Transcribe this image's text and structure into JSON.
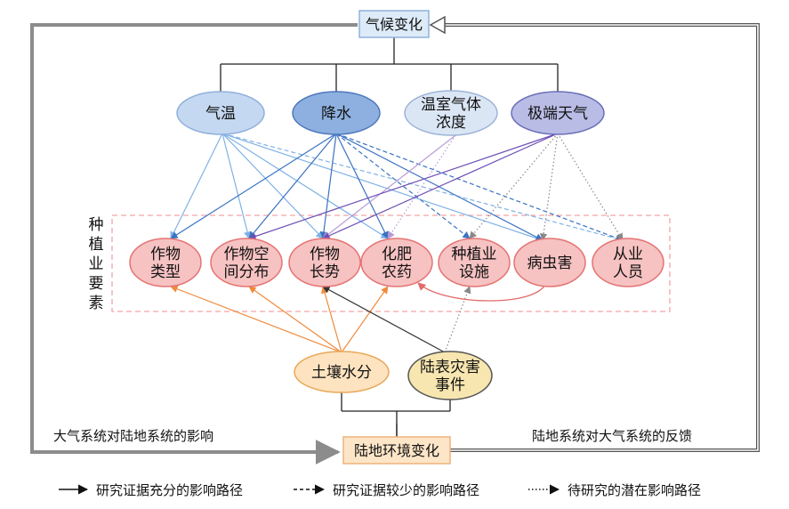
{
  "top_node": {
    "label": "气候变化"
  },
  "bottom_node": {
    "label": "陆地环境变化"
  },
  "climate_factors": [
    {
      "id": "temp",
      "lines": [
        "气温"
      ],
      "fill": "#c5d8f1",
      "stroke": "#8fb0dc"
    },
    {
      "id": "precip",
      "lines": [
        "降水"
      ],
      "fill": "#8db0e0",
      "stroke": "#4f78bd"
    },
    {
      "id": "ghg",
      "lines": [
        "温室气体",
        "浓度"
      ],
      "fill": "#dbe6f5",
      "stroke": "#9db4d8"
    },
    {
      "id": "extreme",
      "lines": [
        "极端天气"
      ],
      "fill": "#b9bde6",
      "stroke": "#6a6fb8"
    }
  ],
  "planting_title": "种植业要素",
  "planting_factors": [
    {
      "id": "crop_type",
      "lines": [
        "作物",
        "类型"
      ]
    },
    {
      "id": "crop_dist",
      "lines": [
        "作物空",
        "间分布"
      ]
    },
    {
      "id": "crop_growth",
      "lines": [
        "作物",
        "长势"
      ]
    },
    {
      "id": "fert",
      "lines": [
        "化肥",
        "农药"
      ]
    },
    {
      "id": "facility",
      "lines": [
        "种植业",
        "设施"
      ]
    },
    {
      "id": "pest",
      "lines": [
        "病虫害"
      ]
    },
    {
      "id": "workers",
      "lines": [
        "从业",
        "人员"
      ]
    }
  ],
  "land_factors": [
    {
      "id": "soil",
      "lines": [
        "土壤水分"
      ],
      "fill": "#fde3bf",
      "stroke": "#e8a85a"
    },
    {
      "id": "disaster",
      "lines": [
        "陆表灾害",
        "事件"
      ],
      "fill": "#f7e6b0",
      "stroke": "#555555"
    }
  ],
  "feedback_labels": {
    "left": "大气系统对陆地系统的影响",
    "right": "陆地系统对大气系统的反馈"
  },
  "legend": [
    {
      "style": "solid",
      "label": "研究证据充分的影响路径"
    },
    {
      "style": "dashed",
      "label": "研究证据较少的影响路径"
    },
    {
      "style": "dotted",
      "label": "待研究的潜在影响路径"
    }
  ],
  "colors": {
    "planting_fill": "#f6c2c2",
    "planting_stroke": "#e57373",
    "box_fill": "#ddeaf7",
    "box_stroke": "#8fb2da",
    "bottom_fill": "#fde6c8",
    "bottom_stroke": "#f0b27a",
    "frame": "#8c8c8c",
    "temp_path": "#7fb2e5",
    "precip_path": "#3a72c1",
    "ghg_path": "#b69ad8",
    "extreme_path": "#6c4fb5",
    "soil_path": "#f08a3c",
    "disaster_path": "#333333",
    "pest_path": "#e26a6a"
  }
}
